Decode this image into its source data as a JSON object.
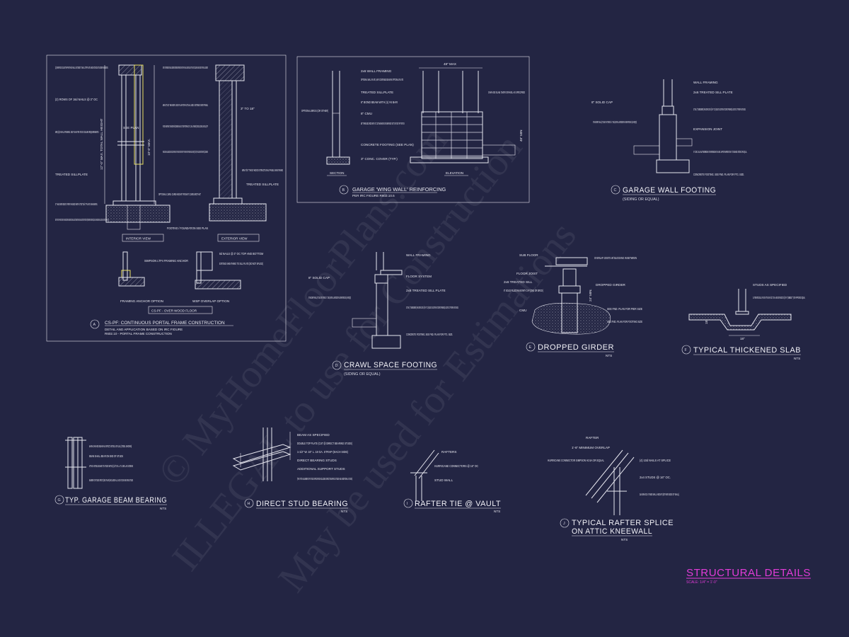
{
  "sheet": {
    "title": "STRUCTURAL DETAILS",
    "scale": "SCALE: 1/4\" = 1'-0\""
  },
  "watermark": [
    "© MyHomeFloorPlans.com",
    "ILLEGAL to use for Construction",
    "May be used for Estimations"
  ],
  "details": {
    "a": {
      "letter": "A",
      "title": "CS-PF: CONTINUOUS PORTAL FRAME CONSTRUCTION",
      "sub1": "DETAIL AND APPLICATION BASED ON IRC FIGURE",
      "sub2": "R602.10 - PORTAL FRAME CONSTRUCTION",
      "view_interior": "INTERIOR VIEW",
      "view_exterior": "EXTERIOR VIEW",
      "opt_framing": "FRAMING ANCHOR OPTION",
      "opt_overlap": "WSP OVERLAP OPTION",
      "over_floor": "CS-PF - OVER WOOD FLOOR",
      "notes": [
        "(2) SIMPSON CS16 STRAP WITH 8d NAILS. EXTEND TO WALL TOP PLATE AND EXTEND 38\" UNDER HEADERS.",
        "(2) ROWS OF 16d NAILS @ 3\" OC",
        "MIN (2)2X WALL FRAMING. SEE PLAN FOR STUD COLUMN REQUIREMENTS.",
        "TREATED SILLPLATE",
        "2\" ANCHOR BOLTS PER RAISED WITH 3\"X3\"X1/4\" PLATE WASHERS.",
        "NOTE: FOR CPV APPLICATIONS AT GARAGE DOORS ANCHOR BOLTS SHALL BE 5/8\" DIAMETER AND SHALL EXTEND TO FOOTING (FOR MORE FIGURE R602.10) SEE GARAGE WING WALL DETAIL ON STRUCTURAL PLANS.",
        "NOTE: AT INTERMEDIATE WALL SEGMENTS BETWEEN OPENINGS THE STRAPS SHALL BE INSTALLED AT THE STUD COLUMN ON EACH END OF THE WALL SEGMENT.",
        "MIN 3\"X12\" HEADER. SEE PLAN FOR ACTUAL SIZE. EXTEND OVER PANEL",
        "FASTEN SHEATHING TO HEADER W/ 8d COMMON NAILS IN 3\" GRID PATTERN AND 3\" O.C. IN ALL FRAMING (STUDS, BLOCKING, AND SILLS) TYP.",
        "PANEL EDGES SHALL BE BLOCKED AND OCCUR WITHIN 24\" OF MID HEIGHT. ONE ROW OF TYP. SHEATHING-TO-FRAMING NAILING IS REQ'D (3\" OC) ATTACH BLOCKING TOGETHER W/ (3) 16d SINKERS.",
        "MIN 7/16\" THICK WOOD STRUCTURAL PANEL SHEATHING",
        "TREATED SILLPLATE",
        "OPTIONAL CURB. CURB HEIGHT FROM 6\" CURB WIDTH 8\"",
        "FOOTING / FOUNDATION SEE PLAN",
        "SIMPSON LTP4 FRAMING ANCHOR",
        "8d NAILS @ 3\" OC TOP AND BOTTOM",
        "EXTEND SHEATHING TO SILL PLATE (DO NOT SPLICE)",
        "12\"-0\" MAX. TOTAL WALL HEIGHT",
        "10'-0\" MAX.",
        "SEE PLAN",
        "3\" TO 18\""
      ]
    },
    "b": {
      "letter": "B",
      "title": "GARAGE 'WING WALL' REINFORCING",
      "sub": "PER IRC FIGURE R602.10.5",
      "section": "SECTION",
      "elevation": "ELEVATION",
      "dims": [
        "48\" MAX",
        "48\" MIN"
      ],
      "notes": [
        "2x6 WALL FRAMING",
        "OPTIONAL WALL PLATE, MAY CONTINUE BEAM IN OPTIONAL PLATE",
        "TREATED SILLPLATE",
        "8\" BOND BEAM WITH (1) #4 BAR",
        "8\" CMU",
        "5/8\" THREADED ROD WITH 3\" CUT WASHERS OR SIMPSON 'SET' OR 'SET-XP' EPOXY.",
        "CONCRETE FOOTING (SEE PLAN)",
        "3\" CONC. COVER (TYP.)",
        "OPTIONAL BRICK (OR OTHER)",
        "GARAGE SLAB OVER GRAVEL AS SPECIFIED"
      ]
    },
    "c": {
      "letter": "C",
      "title": "GARAGE WALL FOOTING",
      "sub": "(SIDING OR EQUAL)",
      "notes": [
        "WALL FRAMING",
        "2x6 TREATED SILL PLATE",
        "8\" SOLID CAP",
        "10\" DIA. (7\" EMBEDMENT) ANCHOR BOLTS @ 6'-0\" OC (ADJUST LOCATION AT DOOR OPENINGS) LOCATE 12\" FROM PLATE ENDS.",
        "8\" MASONRY WALL (8\" CMU OR 4\" BRICK / 4\" CMU) INSTALL HORIZONTAL REINFORCING (AS REQ'D)",
        "EXPANSION JOINT",
        "4\" CONC. SLAB w/ FIBERMESH OR WIREMESH ON 6 MIL VAPOR BARRIER ON 4\" CRUSHED STONE OR EQUAL.",
        "CONCRETE FOOTING. SEE FND. PLAN FOR FTG. SIZE."
      ]
    },
    "d": {
      "letter": "D",
      "title": "CRAWL SPACE FOOTING",
      "sub": "(SIDING OR EQUAL)",
      "notes": [
        "WALL FRAMING",
        "FLOOR SYSTEM",
        "8\" SOLID CAP",
        "2x6 TREATED SILL PLATE",
        "8\" MASONRY WALL (8\" CMU OR 4\" BRICK / 4\" CMU) INSTALL HORIZONTAL REINFORCING (AS REQ'D)",
        "10\" DIA. (7\" EMBEDMENT) ANCHOR BOLTS @ 6'-0\" OC (ADJUST LOCATION AT DOOR OPENINGS) LOCATE 12\" FROM PLATE ENDS.",
        "CONCRETE FOOTING. SEE FND. PLAN FOR FTG. SIZE."
      ]
    },
    "e": {
      "letter": "E",
      "title": "DROPPED GIRDER",
      "sub": "NTS",
      "notes": [
        "SUB FLOOR",
        "OVERLAP JOISTS W/ BLOCKING IN BETWEEN",
        "FLOOR JOIST",
        "2x6 TREATED SILL",
        "DROPPED GIRDER",
        "8\" SOLID FILLED MASONRY CAP (CMU OR BRICK)",
        "CMU",
        "SEE FND. PLAN FOR PIER SIZE",
        "SEE FND. PLAN FOR FOOTING SIZE",
        "24\" MIN."
      ]
    },
    "f": {
      "letter": "F",
      "title": "TYPICAL THICKENED SLAB",
      "sub": "NTS",
      "notes": [
        "STUDS AS SPECIFIED",
        "2x TREATED SILL PLATE ATTACH W/ 1/2\" DIA. ANCHOR BOLTS @ 6'-0\" (EMBED 7\") OR APPROVED EQUAL",
        "18\"",
        "18\""
      ]
    },
    "g": {
      "letter": "G",
      "title": "TYP. GARAGE BEAM BEARING",
      "sub": "NTS",
      "notes": [
        "MAIN GARAGE BEAM AS SPEC'D STEEL OR LVL (STEEL SHOWN)",
        "BEAM SHALL BEAR ON END OF STUDS",
        "ATTACH STEEL BEAMS TO STUDS WITH (2) 1/2\" DIA. x 4\" LONG LAG SCREWS",
        "NUMBER OF STUDS SPEC'D (SEE PLANS) INCLUDES ALL JACK STUDS AND KING STUDS"
      ]
    },
    "h": {
      "letter": "H",
      "title": "DIRECT STUD BEARING",
      "sub": "NTS",
      "notes": [
        "BEAM AS SPECIFIED",
        "DOUBLE TOP PLATE (CUT @ DIRECT BEARING STUDS)",
        "1-1/2\" W. 16\" L. 18 GA. STRAP (EACH SIDE)",
        "DIRECT BEARING STUDS",
        "ADDITIONAL SUPPORT STUDS",
        "(THE TOTAL NUMBER OF STUDS SPECIFIED INCLUDES DIRECT BEARING STUDS AND ADDITIONAL STUDS)"
      ]
    },
    "i": {
      "letter": "I",
      "title": "RAFTER TIE @ VAULT",
      "sub": "NTS",
      "notes": [
        "RAFTERS",
        "HURRICANE CONNECTORS @ 16\" OC",
        "STUD WALL"
      ]
    },
    "j": {
      "letter": "J",
      "title1": "TYPICAL RAFTER SPLICE",
      "title2": "ON ATTIC KNEEWALL",
      "sub": "NTS",
      "notes": [
        "RAFTER",
        "1'-6\" MINIMUM OVERLAP",
        "HURRICANE CONNECTOR SIMPSON H2.5A OR EQUAL",
        "(4) 10d NAILS AT SPLICE",
        "2x4 STUDS @ 16\" OC.",
        "2x6 BRACE AT MID WALL HEIGHT (EITHER SIDE OF WALL)"
      ]
    }
  }
}
